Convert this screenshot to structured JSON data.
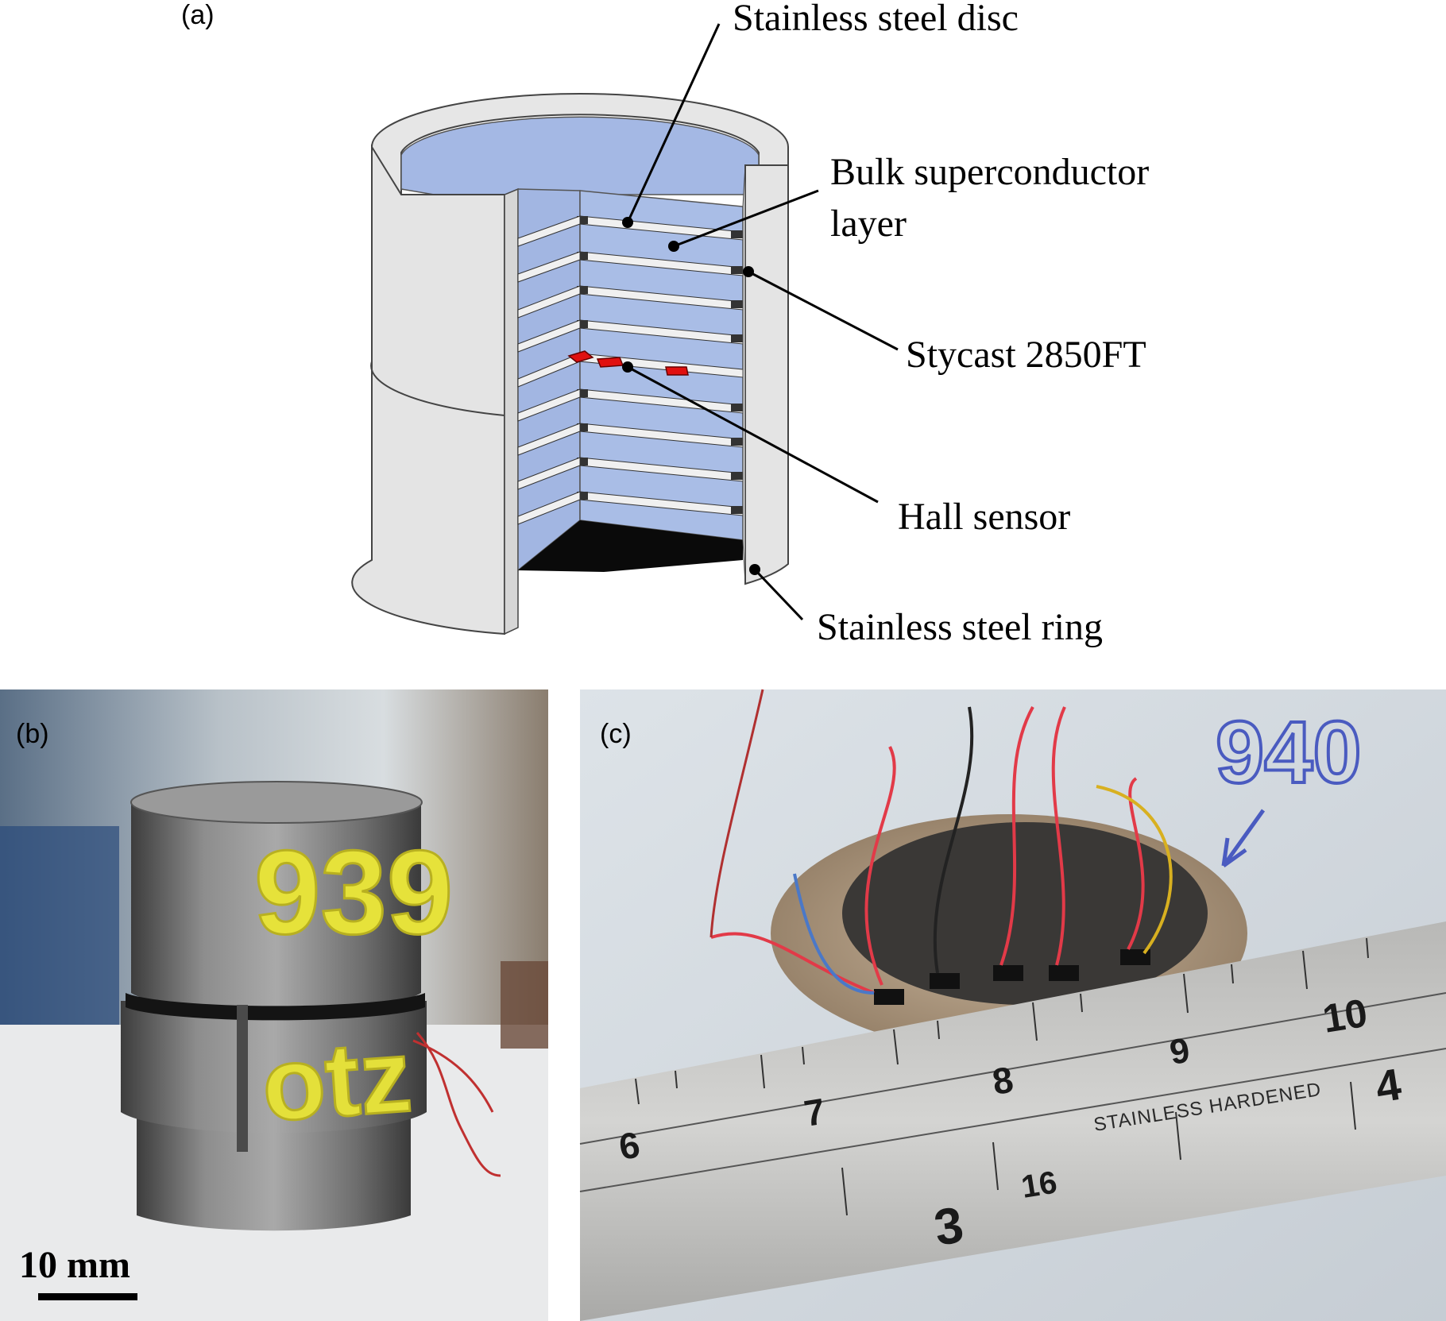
{
  "panels": {
    "a": {
      "letter": "(a)"
    },
    "b": {
      "letter": "(b)",
      "marking": "939",
      "marking_lower": "otz",
      "scale_bar": "10 mm"
    },
    "c": {
      "letter": "(c)",
      "marking": "940"
    }
  },
  "callouts": {
    "disc": "Stainless steel disc",
    "bulk_line1": "Bulk superconductor",
    "bulk_line2": "layer",
    "stycast": "Stycast 2850FT",
    "hall": "Hall sensor",
    "ring": "Stainless steel ring"
  },
  "ruler": {
    "top_numbers": [
      "6",
      "7",
      "8",
      "9",
      "10"
    ],
    "bottom_numbers": [
      "3",
      "4",
      "16"
    ],
    "brand": "STAINLESS HARDENED"
  },
  "colors": {
    "steel": "#e4e4e4",
    "superconductor": "#a9bde6",
    "stycast": "#3a3a3a",
    "sensor": "#e01010"
  }
}
